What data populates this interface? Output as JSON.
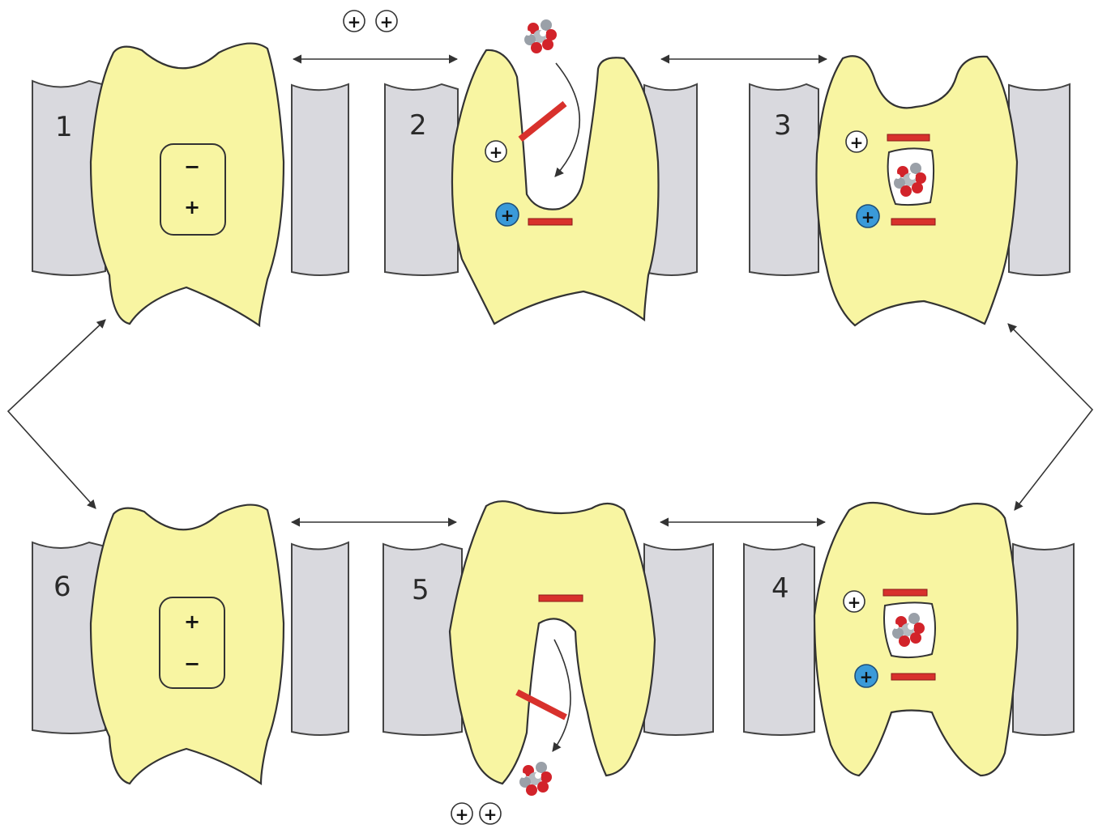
{
  "panels": [
    {
      "number": "1"
    },
    {
      "number": "2"
    },
    {
      "number": "3"
    },
    {
      "number": "4"
    },
    {
      "number": "5"
    },
    {
      "number": "6"
    }
  ],
  "charges": {
    "plus": "+",
    "minus": "−"
  },
  "colors": {
    "protein": "#f8f5a2",
    "membrane": "#d9d9de",
    "gate_bar": "#d8312c",
    "bound_ion": "#3a9ad9",
    "free_ion": "#ffffff",
    "molecule_red": "#d2232a",
    "molecule_grey": "#9aa0a8"
  },
  "icons": {
    "substrate": "sugar-molecule-icon",
    "ion": "cation-icon",
    "gate": "red-gate-bar"
  }
}
